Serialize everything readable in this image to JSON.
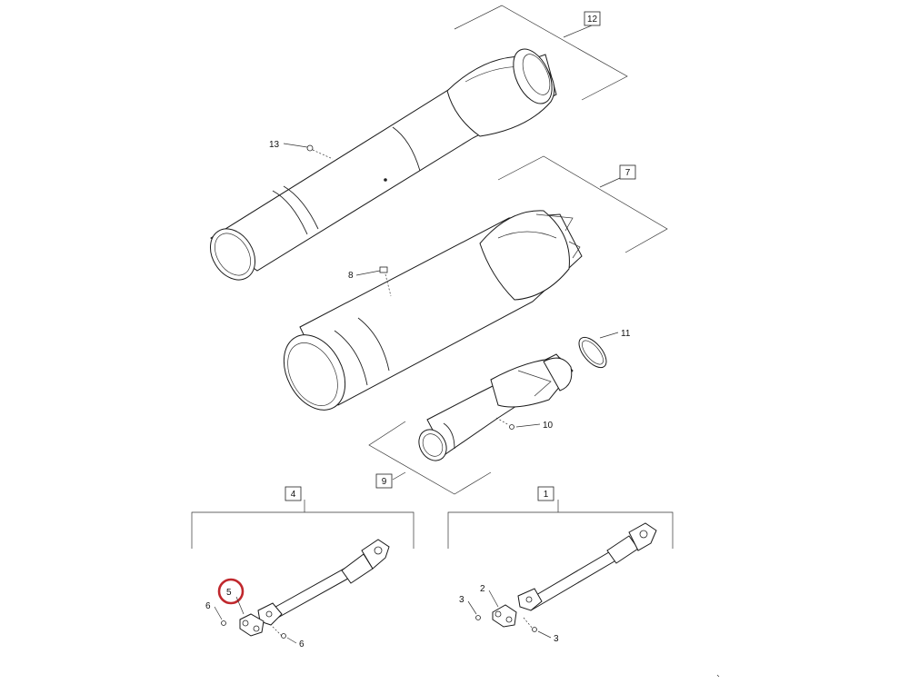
{
  "callouts": {
    "c1": "1",
    "c2": "2",
    "c3a": "3",
    "c3b": "3",
    "c4": "4",
    "c5": "5",
    "c6a": "6",
    "c6b": "6",
    "c7": "7",
    "c8": "8",
    "c9": "9",
    "c10": "10",
    "c11": "11",
    "c12": "12",
    "c13": "13"
  },
  "highlight": {
    "target": "5",
    "color": "#c0282d"
  },
  "line_color": "#222222"
}
